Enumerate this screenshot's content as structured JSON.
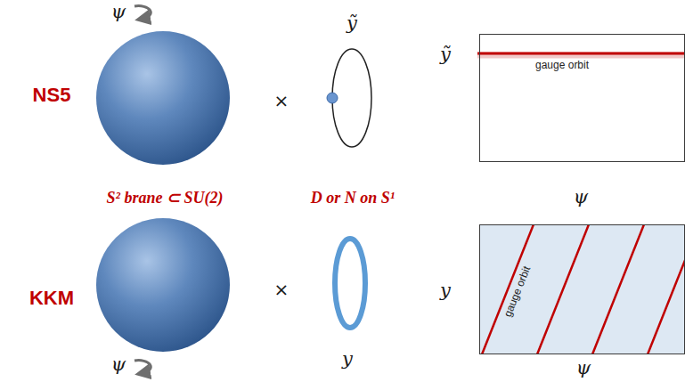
{
  "diagram": {
    "nodes": [
      {
        "text": [
          "gauge orbit"
        ]
      },
      {
        "text": [
          "gauge orbit"
        ]
      }
    ],
    "labels": [
      "ψ",
      "ỹ",
      "NS5",
      "×",
      "ỹ",
      "S² brane ⊂ SU(2)",
      "D or N on S¹",
      "ψ",
      "KKM",
      "×",
      "y",
      "ψ",
      "y",
      "ψ"
    ]
  }
}
